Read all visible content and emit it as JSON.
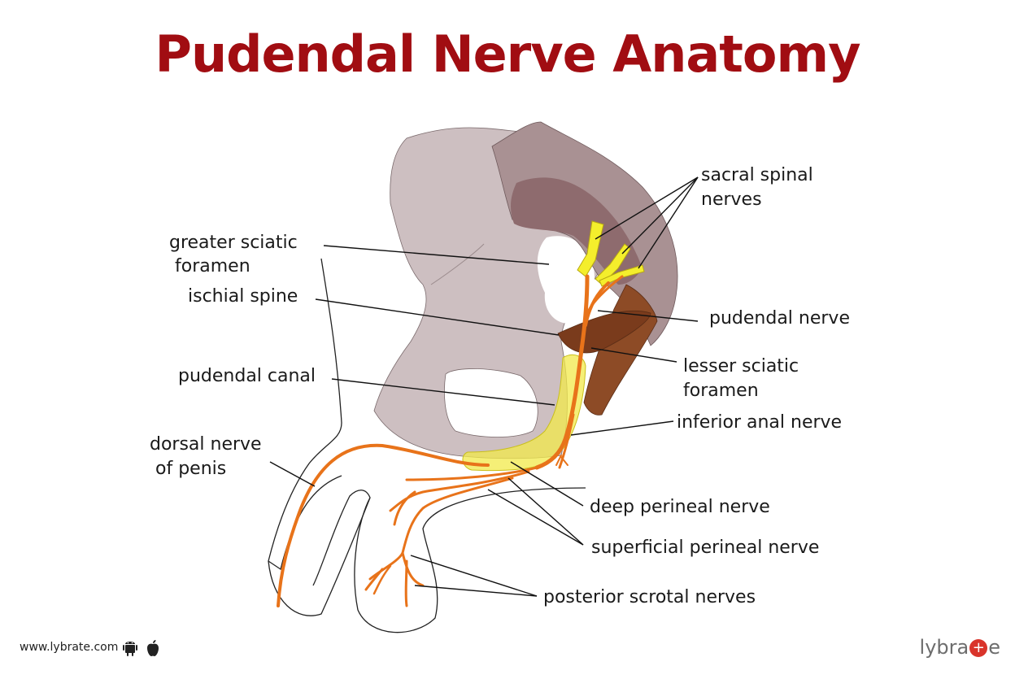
{
  "title": "Pudendal Nerve Anatomy",
  "labels": {
    "sacral_spinal_nerves_1": "sacral spinal",
    "sacral_spinal_nerves_2": "nerves",
    "greater_sciatic_1": "greater sciatic",
    "greater_sciatic_2": "foramen",
    "ischial_spine": "ischial spine",
    "pudendal_nerve": "pudendal nerve",
    "lesser_sciatic_1": "lesser sciatic",
    "lesser_sciatic_2": "foramen",
    "pudendal_canal": "pudendal canal",
    "inferior_anal": "inferior anal nerve",
    "dorsal_nerve_1": "dorsal nerve",
    "dorsal_nerve_2": "of penis",
    "deep_perineal": "deep perineal nerve",
    "superficial_perineal": "superficial perineal nerve",
    "posterior_scrotal": "posterior scrotal nerves"
  },
  "footer": {
    "url": "www.lybrate.com",
    "brand_prefix": "lybra",
    "brand_plus": "+",
    "brand_suffix": "e",
    "icons": [
      "android-icon",
      "apple-icon"
    ]
  },
  "colors": {
    "title": "#a10d12",
    "pelvis": "#cdbfc1",
    "sacrum": "#a99193",
    "ligament": "#8d4b26",
    "nerve": "#e8731a",
    "sacral_nerve": "#f4ee2c",
    "canal": "#f1ea4a"
  }
}
